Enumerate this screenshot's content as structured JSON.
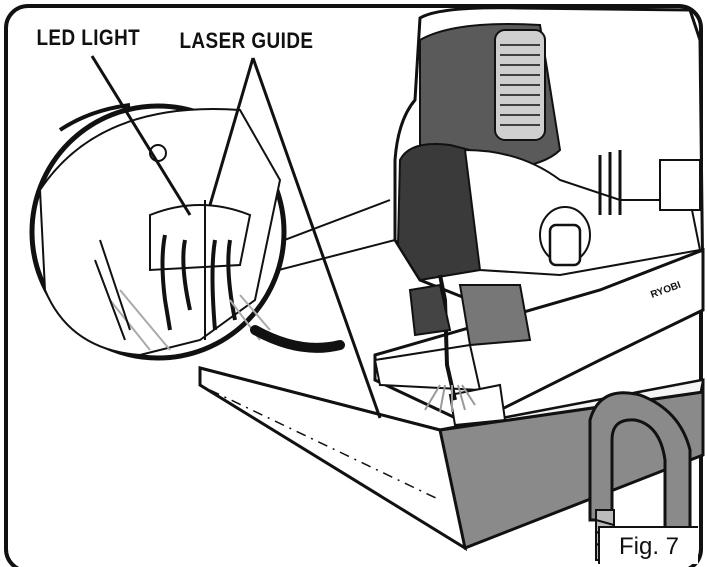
{
  "callouts": {
    "led_light": "LED LIGHT",
    "laser_guide": "LASER GUIDE"
  },
  "figure": {
    "label": "Fig. 7"
  },
  "product": {
    "brand_mark": "RYOBI"
  }
}
